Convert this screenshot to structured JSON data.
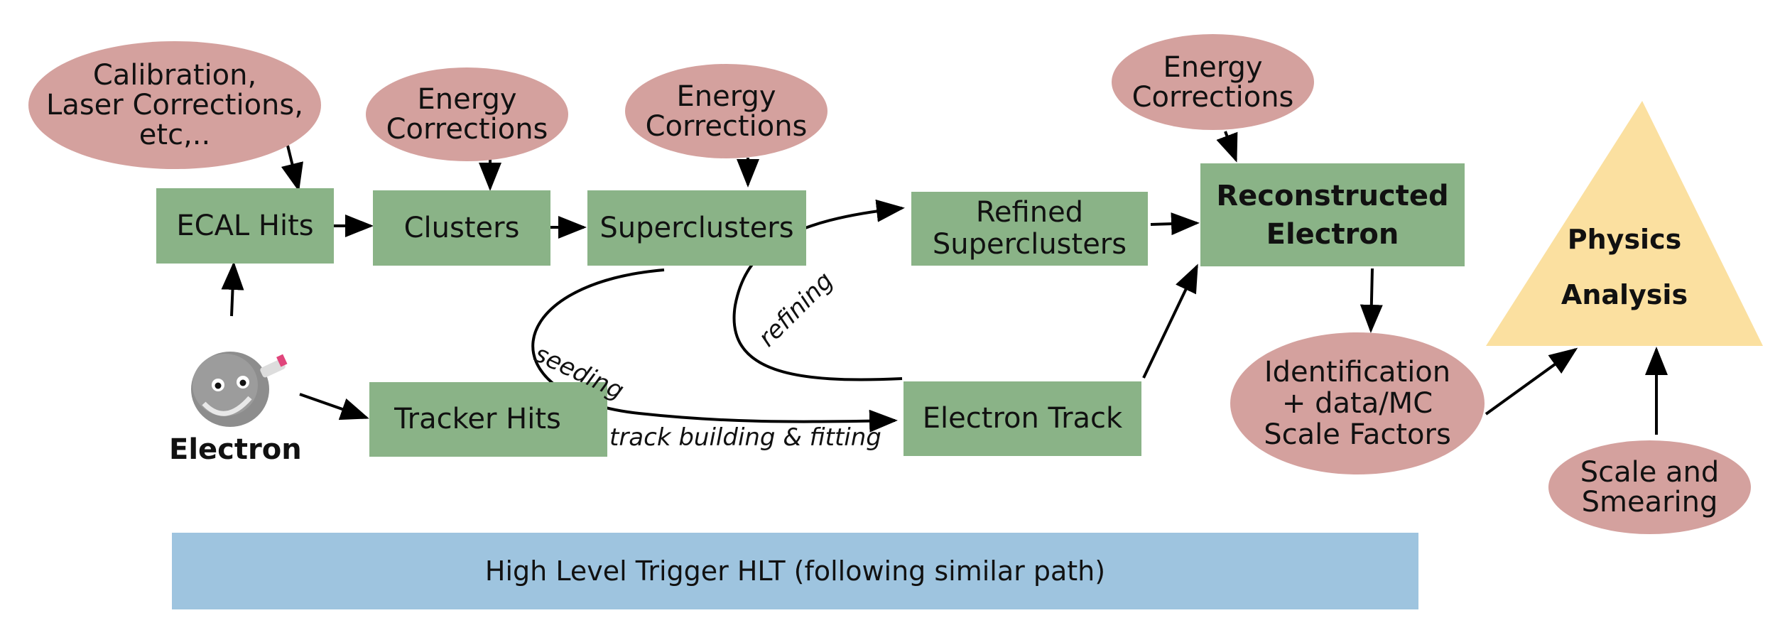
{
  "nodes": {
    "calibration": "Calibration,\nLaser Corrections,\netc,..",
    "energy_corr_1": "Energy\nCorrections",
    "energy_corr_2": "Energy\nCorrections",
    "energy_corr_3": "Energy\nCorrections",
    "ecal_hits": "ECAL Hits",
    "clusters": "Clusters",
    "superclusters": "Superclusters",
    "refined_superclusters": "Refined\nSuperclusters",
    "reconstructed_electron": "Reconstructed\nElectron",
    "physics_analysis_line1": "Physics",
    "physics_analysis_line2": "Analysis",
    "electron": "Electron",
    "tracker_hits": "Tracker Hits",
    "electron_track": "Electron Track",
    "identification": "Identification\n+ data/MC\nScale Factors",
    "scale_smearing": "Scale and\nSmearing",
    "hlt": "High Level Trigger HLT (following similar path)"
  },
  "edge_labels": {
    "seeding": "seeding",
    "refining": "refining",
    "track_building": "track building & fitting"
  },
  "colors": {
    "box_green": "#8ab387",
    "ellipse_pink": "#d4a19e",
    "triangle_yellow": "#fbe0a0",
    "hlt_blue": "#9ec4df"
  }
}
